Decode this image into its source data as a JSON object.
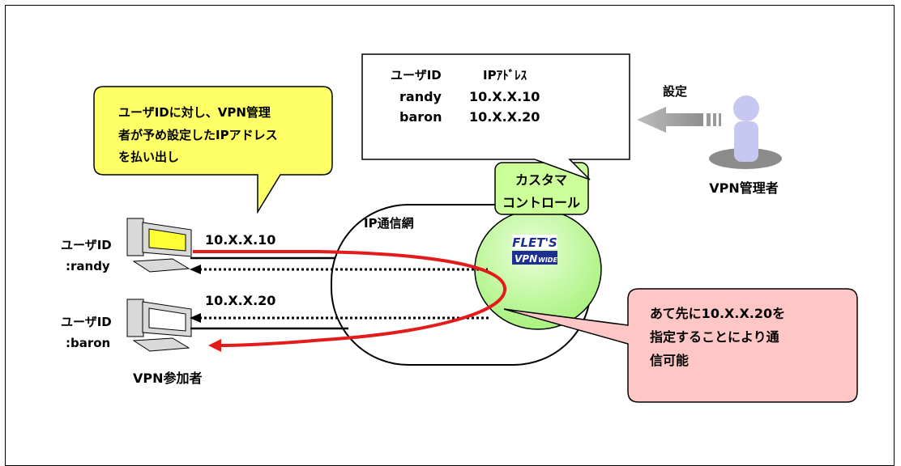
{
  "table_box": {
    "header_user": "ユーザID",
    "header_ip": "IPｱﾄﾞﾚｽ",
    "rows": [
      {
        "user": "randy",
        "ip": "10.X.X.10"
      },
      {
        "user": "baron",
        "ip": "10.X.X.20"
      }
    ]
  },
  "setting_label": "設定",
  "admin_label": "VPN管理者",
  "yellow_callout": {
    "lines": [
      "ユーザIDに対し、VPN管理",
      "者が予め設定したIPアドレス",
      "を払い出し"
    ]
  },
  "customer_control": {
    "lines": [
      "カスタマ",
      "コントロール"
    ]
  },
  "network_label": "IP通信網",
  "flets_logo": {
    "top": "FLET'S",
    "bottom_main": "VPN",
    "bottom_sub": "WIDE"
  },
  "clients": [
    {
      "id_label": "ユーザID",
      "name": ":randy",
      "ip": "10.X.X.10"
    },
    {
      "id_label": "ユーザID",
      "name": ":baron",
      "ip": "10.X.X.20"
    }
  ],
  "participants_label": "VPN参加者",
  "pink_callout": {
    "lines": [
      "あて先に10.X.X.20を",
      "指定することにより通",
      "信可能"
    ]
  },
  "colors": {
    "yellow": "#ffff66",
    "green": "#ccff99",
    "sphere_light": "#e9ffd6",
    "sphere_mid": "#a9f27f",
    "pink": "#ffc6c6",
    "route_red": "#e31b1b",
    "admin_figure": "#c7c7f2"
  },
  "icons": [
    "monitor-icon",
    "computer-tower-icon",
    "person-icon",
    "arrow-left-icon"
  ]
}
